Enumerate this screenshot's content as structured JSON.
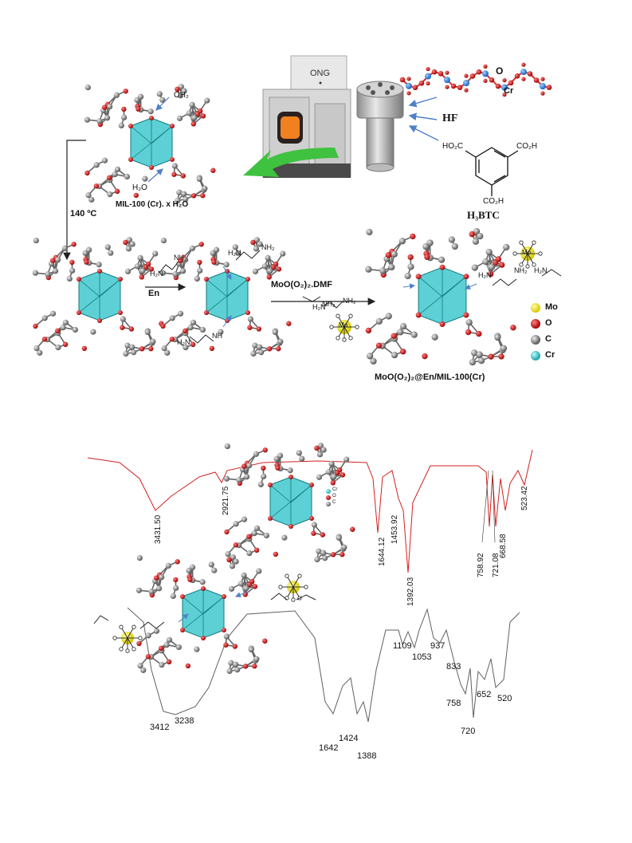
{
  "scheme": {
    "mil100_label": "MIL-100 (Cr). x H₂O",
    "oh2_top": "OH₂",
    "h2o_bottom": "H₂O",
    "oven_brand": "ONG",
    "hf_label": "HF",
    "o_label": "O",
    "cr_label": "Cr",
    "h3btc_label": "H₃BTC",
    "btc_group_left": "HO₂C",
    "btc_group_right": "CO₂H",
    "btc_group_bottom": "CO₂H",
    "temp_label": "140 ºC",
    "en_label": "En",
    "moo_dmf_label": "MoO(O₂)₂.DMF",
    "product_label": "MoO(O₂)₂@En/MIL-100(Cr)",
    "en_nh2": "NH₂",
    "en_h2n": "H₂N",
    "en_nh": "NH",
    "mo_label": "Mo",
    "legend": [
      {
        "label": "Mo",
        "color": "#f2e600"
      },
      {
        "label": "O",
        "color": "#e01010"
      },
      {
        "label": "C",
        "color": "#8a8a8a"
      },
      {
        "label": "Cr",
        "color": "#33c4c8"
      }
    ]
  },
  "spectra": {
    "top_peaks": [
      "3431.50",
      "2921.75",
      "1644.12",
      "1453.92",
      "1392.03",
      "758.92",
      "721.08",
      "668.58",
      "523.42"
    ],
    "bottom_peaks": [
      "3412",
      "3238",
      "1642",
      "1424",
      "1388",
      "1109",
      "1053",
      "937",
      "833",
      "758",
      "720",
      "652",
      "520"
    ],
    "inset_legend": [
      "Cr",
      "O",
      "C"
    ],
    "top_color": "#d42020",
    "bottom_color": "#606060"
  }
}
